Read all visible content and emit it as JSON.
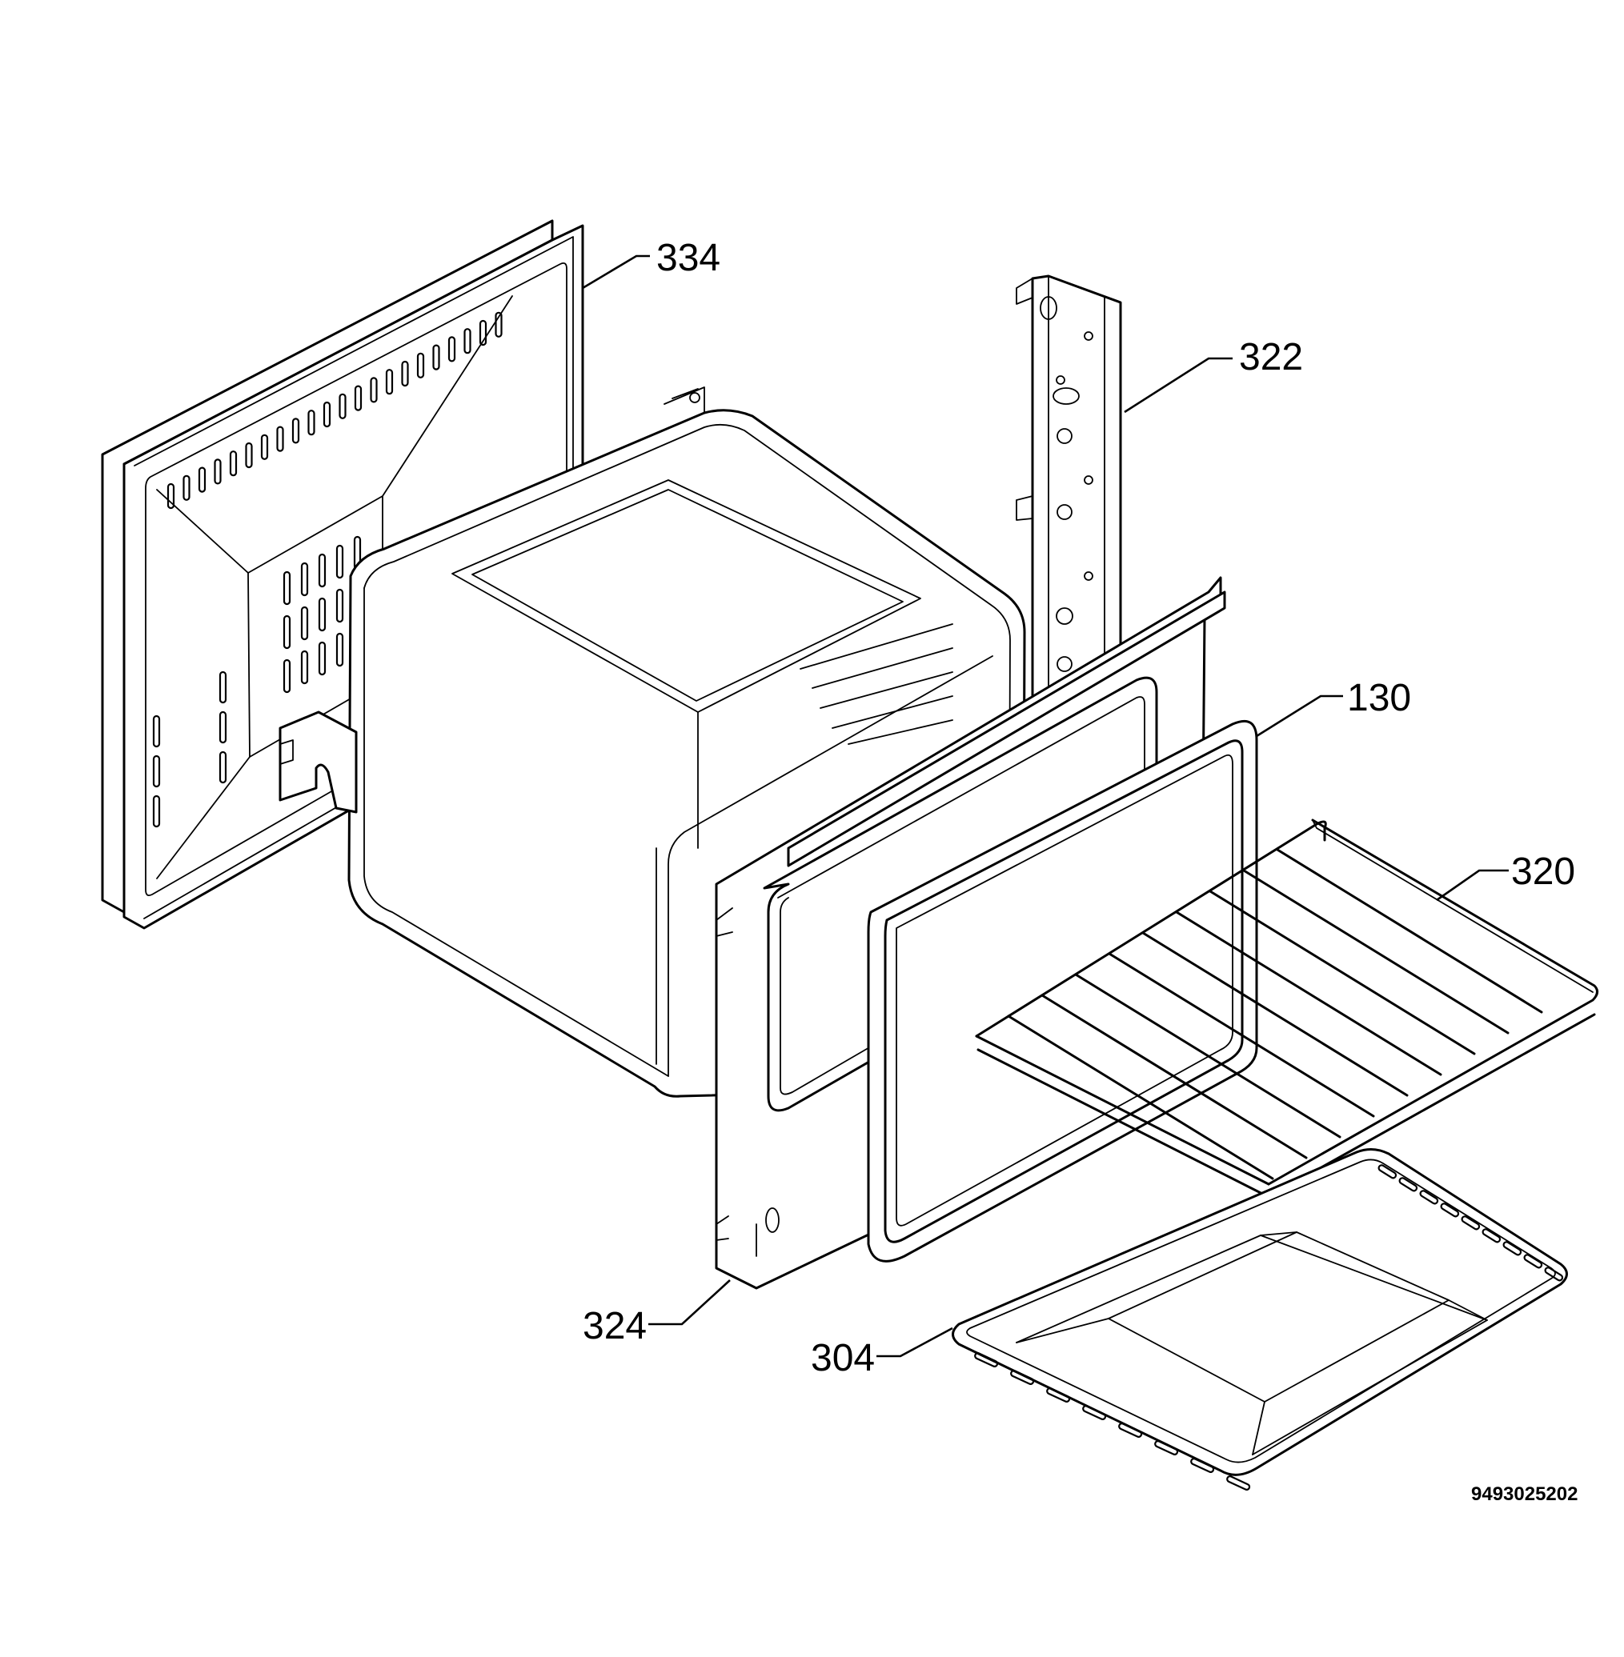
{
  "diagram": {
    "callouts": [
      {
        "id": "334",
        "label": "334"
      },
      {
        "id": "322",
        "label": "322"
      },
      {
        "id": "130",
        "label": "130"
      },
      {
        "id": "320",
        "label": "320"
      },
      {
        "id": "324",
        "label": "324"
      },
      {
        "id": "304",
        "label": "304"
      }
    ],
    "reference_number": "9493025202"
  }
}
